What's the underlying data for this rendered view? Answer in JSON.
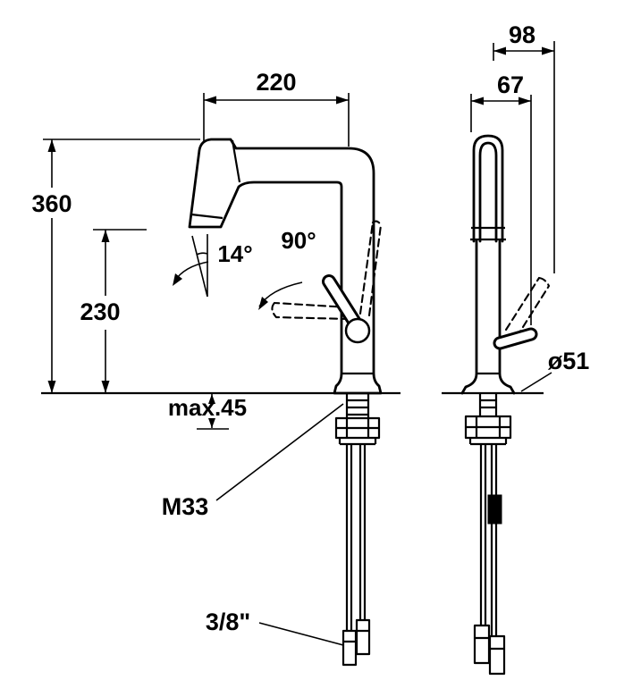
{
  "drawing": {
    "type": "technical-dimension-diagram",
    "subject": "kitchen faucet, two-view dimensional drawing",
    "front_view": {
      "reach": "220",
      "height_total": "360",
      "height_to_spout": "230",
      "tilt_angle": "14°",
      "swivel_angle": "90°",
      "max_mounting": "max.45",
      "thread": "M33",
      "hose": "3/8\""
    },
    "side_view": {
      "depth_top": "98",
      "depth": "67",
      "base_dia": "ø51"
    }
  }
}
